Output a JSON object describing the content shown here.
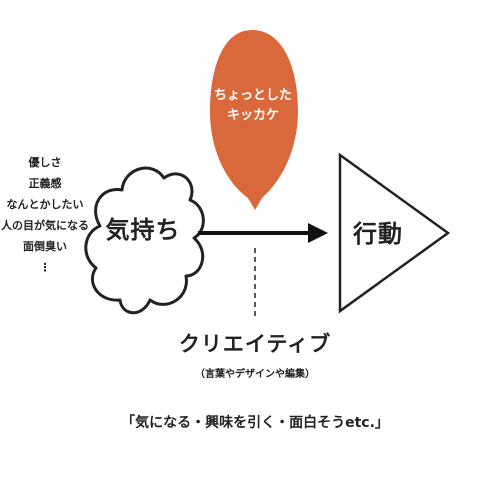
{
  "left_list": {
    "items": [
      "優しさ",
      "正義感",
      "なんとかしたい",
      "人の目が気になる",
      "面倒臭い",
      "⋮"
    ]
  },
  "cloud": {
    "label": "気持ち"
  },
  "trigger_bubble": {
    "lines": [
      "ちょっとした",
      "キッカケ"
    ],
    "color": "#d9693a"
  },
  "action": {
    "label": "行動"
  },
  "creative": {
    "label": "クリエイティブ",
    "sub": "（言葉やデザインや編集）"
  },
  "bottom_quote": {
    "text": "「気になる・興味を引く・面白そうetc.」"
  },
  "colors": {
    "ink": "#222222",
    "accent": "#d9693a",
    "background": "#ffffff"
  }
}
